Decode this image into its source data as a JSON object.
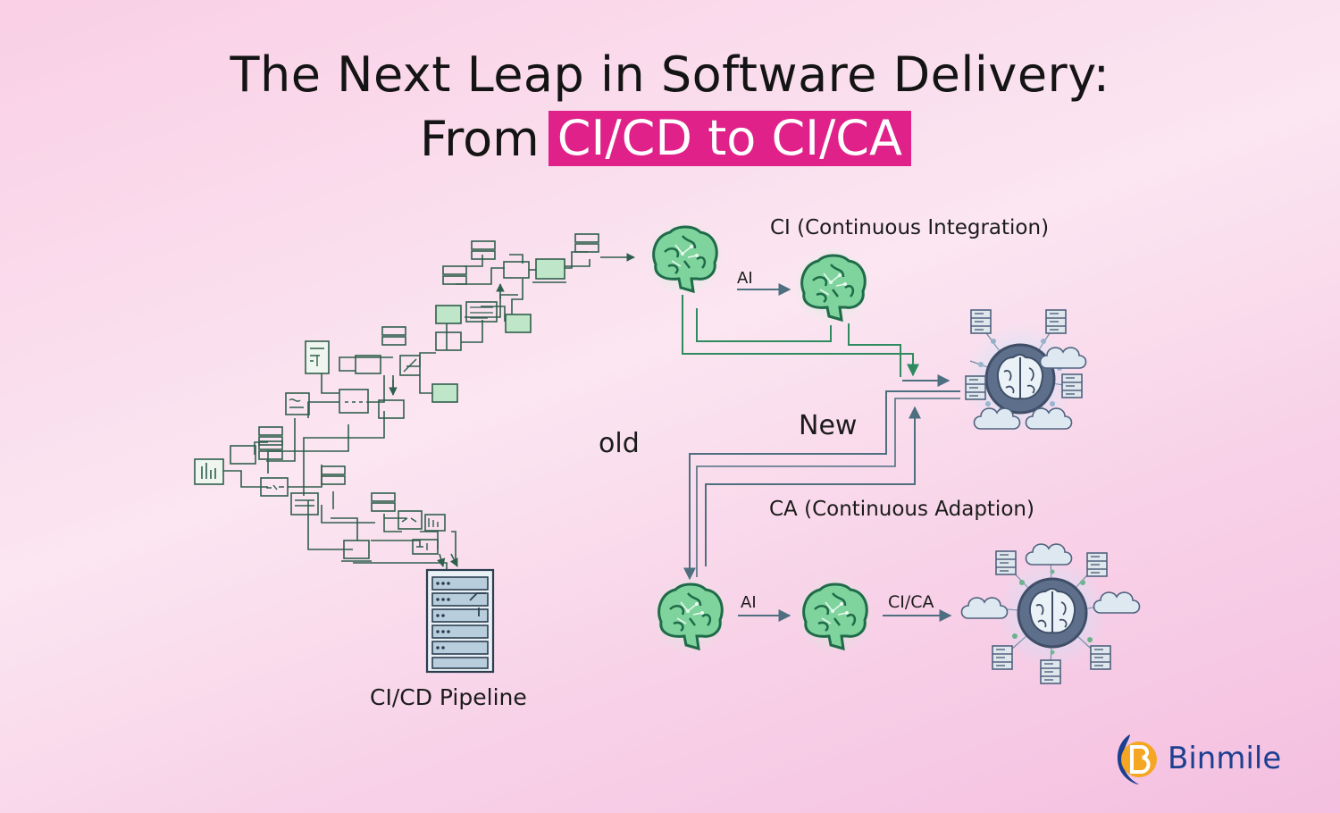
{
  "title": {
    "line1": "The Next Leap in Software Delivery:",
    "line2_prefix": "From",
    "line2_highlight": "CI/CD to CI/CA"
  },
  "labels": {
    "old": "old",
    "new": "New",
    "ci": "CI (Continuous Integration)",
    "ca": "CA (Continuous Adaption)",
    "pipeline": "CI/CD Pipeline",
    "ai_top": "AI",
    "ai_bottom": "AI",
    "cica": "CI/CA"
  },
  "brand": {
    "name": "Binmile"
  },
  "colors": {
    "highlight": "#e0218a",
    "pipeline_line": "#2f5e4c",
    "flow_arrow": "#4d6f80",
    "brain": "#2e8b60",
    "hub": "#50627e",
    "logo": "#1d3f8f"
  }
}
